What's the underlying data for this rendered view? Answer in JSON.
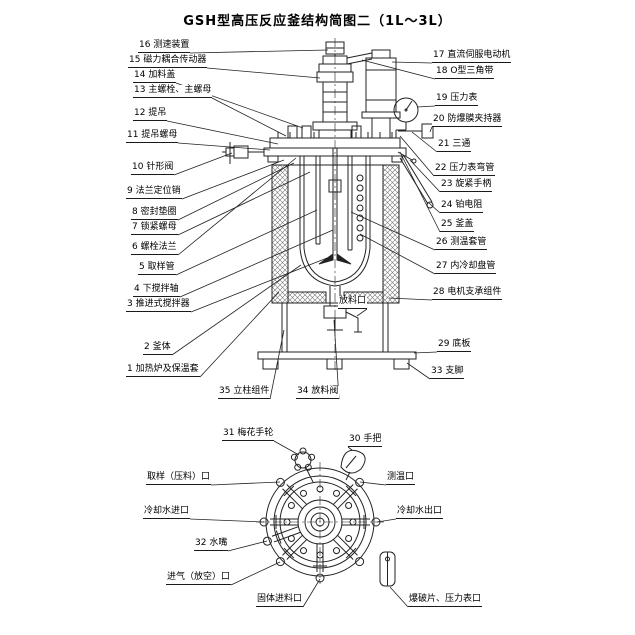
{
  "title": "GSH型高压反应釜结构简图二（1L～3L）",
  "labels": {
    "main_left": [
      {
        "num": "16",
        "text": "测速装置"
      },
      {
        "num": "15",
        "text": "磁力耦合传动器"
      },
      {
        "num": "14",
        "text": "加料盖"
      },
      {
        "num": "13",
        "text": "主螺栓、主螺母"
      },
      {
        "num": "12",
        "text": "提吊"
      },
      {
        "num": "11",
        "text": "提吊螺母"
      },
      {
        "num": "10",
        "text": "针形阀"
      },
      {
        "num": "9",
        "text": "法兰定位销"
      },
      {
        "num": "8",
        "text": "密封垫圈"
      },
      {
        "num": "7",
        "text": "锁紧螺母"
      },
      {
        "num": "6",
        "text": "螺栓法兰"
      },
      {
        "num": "5",
        "text": "取样管"
      },
      {
        "num": "4",
        "text": "下搅拌轴"
      },
      {
        "num": "3",
        "text": "推进式搅拌器"
      },
      {
        "num": "2",
        "text": "釜体"
      },
      {
        "num": "1",
        "text": "加热炉及保温套"
      }
    ],
    "main_right": [
      {
        "num": "17",
        "text": "直流伺服电动机"
      },
      {
        "num": "18",
        "text": "O型三角带"
      },
      {
        "num": "19",
        "text": "压力表"
      },
      {
        "num": "20",
        "text": "防爆膜夹持器"
      },
      {
        "num": "21",
        "text": "三通"
      },
      {
        "num": "22",
        "text": "压力表弯管"
      },
      {
        "num": "23",
        "text": "旋紧手柄"
      },
      {
        "num": "24",
        "text": "铂电阻"
      },
      {
        "num": "25",
        "text": "釜盖"
      },
      {
        "num": "26",
        "text": "测温套管"
      },
      {
        "num": "27",
        "text": "内冷却盘管"
      },
      {
        "num": "28",
        "text": "电机支承组件"
      },
      {
        "num": "29",
        "text": "底板"
      },
      {
        "num": "33",
        "text": "支脚"
      }
    ],
    "main_bottom": [
      {
        "num": "35",
        "text": "立柱组件"
      },
      {
        "num": "34",
        "text": "放料阀"
      },
      {
        "num": "",
        "text": "放料口"
      }
    ],
    "bottom_view": [
      {
        "num": "31",
        "text": "梅花手轮"
      },
      {
        "num": "30",
        "text": "手把"
      },
      {
        "num": "",
        "text": "取样（压料）口"
      },
      {
        "num": "",
        "text": "测温口"
      },
      {
        "num": "",
        "text": "冷却水进口"
      },
      {
        "num": "",
        "text": "冷却水出口"
      },
      {
        "num": "32",
        "text": "水嘴"
      },
      {
        "num": "",
        "text": "进气（放空）口"
      },
      {
        "num": "",
        "text": "固体进料口"
      },
      {
        "num": "",
        "text": "爆破片、压力表口"
      }
    ]
  }
}
